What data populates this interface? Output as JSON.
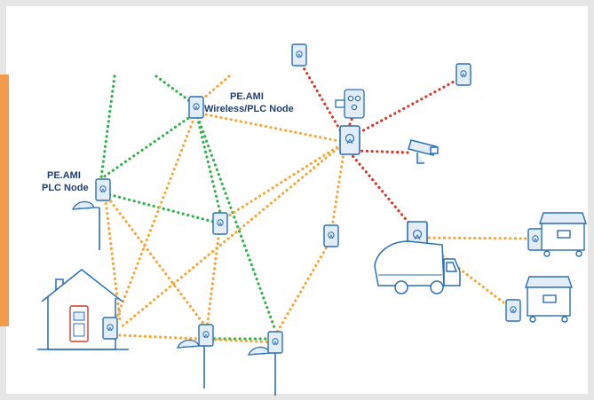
{
  "labels": {
    "wireless_node_line1": "PE.AMI",
    "wireless_node_line2": "Wireless/PLC Node",
    "plc_node_line1": "PE.AMI",
    "plc_node_line2": "PLC Node"
  },
  "colors": {
    "background": "#e6e6e6",
    "accent_bar": "#f39a4c",
    "link_green": "#2fb24a",
    "link_orange": "#f2a83a",
    "link_red": "#d23a2a",
    "line_art": "#2a6fb6",
    "node_fill": "#e3edf8"
  },
  "icons": [
    "node-icon",
    "streetlight-icon",
    "house-icon",
    "power-meter-icon",
    "water-meter-icon",
    "camera-icon",
    "garbage-truck-icon",
    "waste-bin-icon"
  ]
}
